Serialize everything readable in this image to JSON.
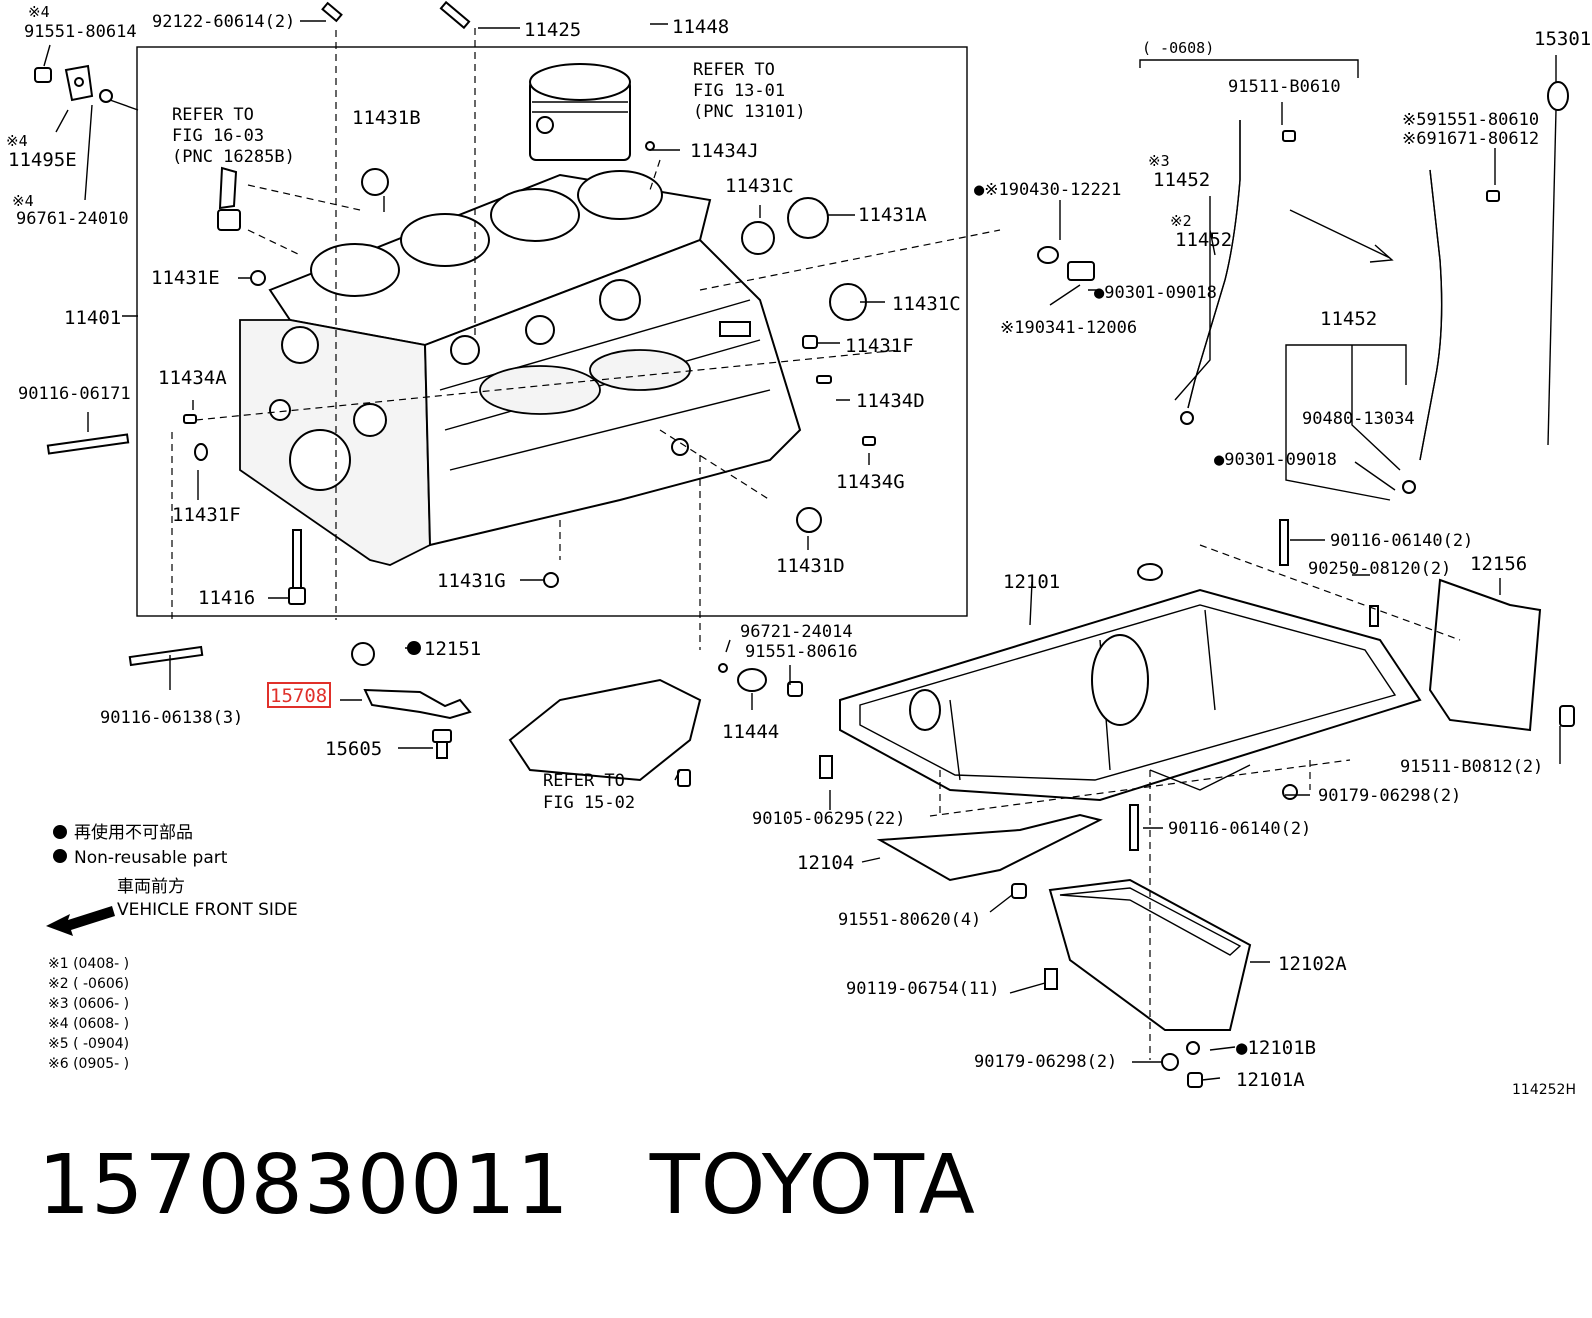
{
  "labels": {
    "l1": "※4",
    "l2": "91551-80614",
    "l3": "92122-60614(2)",
    "l4": "11425",
    "l5": "11448",
    "l6": "REFER TO",
    "l7": "FIG 13-01",
    "l8": "(PNC 13101)",
    "l9": "REFER TO",
    "l10": "FIG 16-03",
    "l11": "(PNC 16285B)",
    "l12": "11431B",
    "l13": "11434J",
    "l14": "※4",
    "l15": "11495E",
    "l16": "※4",
    "l17": "96761-24010",
    "l18": "11431C",
    "l19": "11431A",
    "l20": "●※190430-12221",
    "l21": "11431E",
    "l22": "●90301-09018",
    "l23": "※190341-12006",
    "l24": "11401",
    "l25": "11431C",
    "l26": "11431F",
    "l27": "11434A",
    "l28": "11434D",
    "l29": "90116-06171",
    "l30": "11434G",
    "l31": "11431F",
    "l32": "11431D",
    "l33": "11431G",
    "l34": "11416",
    "l35": "12151",
    "l36": "96721-24014",
    "l37": "91551-80616",
    "l38": "15708",
    "l39": "15605",
    "l40": "11444",
    "l41": "90116-06138(3)",
    "l42": "REFER TO",
    "l43": "FIG 15-02",
    "l44": "(     -0608)",
    "l45": "91511-B0610",
    "l46": "15301",
    "l47": "※3",
    "l48": "11452",
    "l49": "※2",
    "l50": "11452",
    "l51": "※591551-80610",
    "l52": "※691671-80612",
    "l53": "11452",
    "l54": "90480-13034",
    "l55": "●90301-09018",
    "l56": "90116-06140(2)",
    "l57": "90250-08120(2)",
    "l58": "12156",
    "l59": "12101",
    "l60": "91511-B0812(2)",
    "l61": "90179-06298(2)",
    "l62": "90105-06295(22)",
    "l63": "90116-06140(2)",
    "l64": "12104",
    "l65": "91551-80620(4)",
    "l66": "12102A",
    "l67": "90119-06754(11)",
    "l68": "●12101B",
    "l69": "90179-06298(2)",
    "l70": "12101A",
    "l71": "114252H"
  },
  "legend": {
    "jp_nonreuse": "再使用不可部品",
    "en_nonreuse": "Non-reusable part",
    "jp_front": "車両前方",
    "en_front": "VEHICLE FRONT SIDE",
    "notes": [
      "※1 (0408-      )",
      "※2 (      -0606)",
      "※3 (0606-      )",
      "※4 (0608-      )",
      "※5 (      -0904)",
      "※6 (0905-      )"
    ]
  },
  "footer": {
    "part_number": "1570830011",
    "brand": "TOYOTA"
  },
  "highlight_color": "#e0302a"
}
